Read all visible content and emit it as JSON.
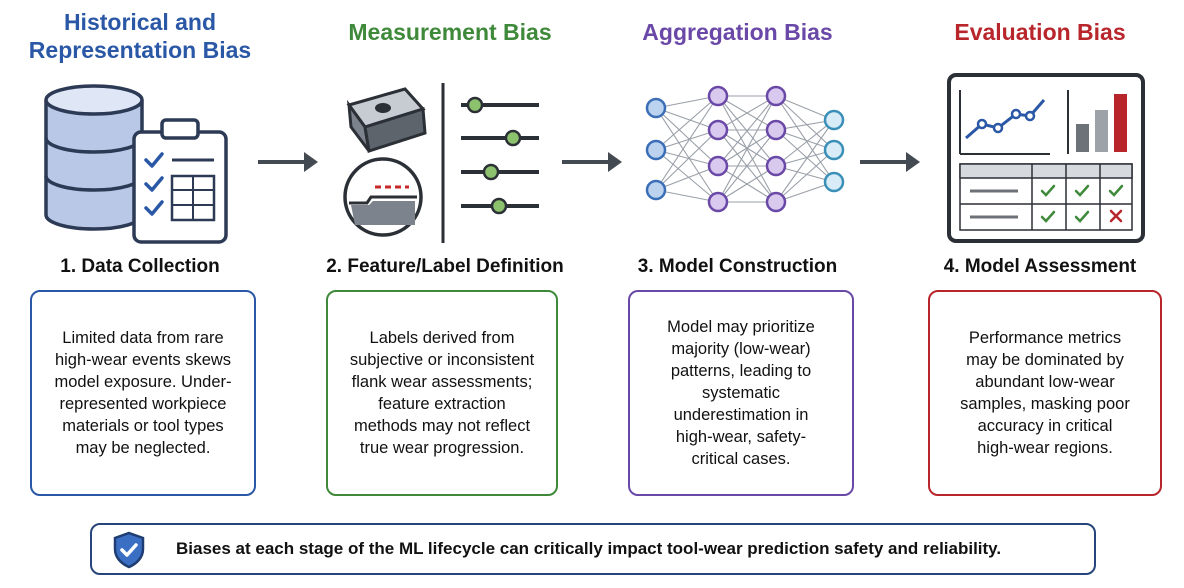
{
  "colors": {
    "stage1": "#2a58a6",
    "stage2": "#3f8a3a",
    "stage3": "#6a48a8",
    "stage4": "#b8262c",
    "banner_border": "#27457a"
  },
  "stages": [
    {
      "bias_title_line1": "Historical and",
      "bias_title_line2": "Representation Bias",
      "heading": "1. Data Collection",
      "desc": [
        "Limited data from rare",
        "high-wear events skews",
        "model exposure. Under-",
        "represented workpiece",
        "materials or tool types",
        "may be neglected."
      ],
      "icons": [
        "database-icon",
        "clipboard-checklist-icon"
      ]
    },
    {
      "bias_title_line1": "Measurement Bias",
      "heading": "2. Feature/Label Definition",
      "desc": [
        "Labels derived from",
        "subjective or inconsistent",
        "flank wear assessments;",
        "feature extraction",
        "methods may not reflect",
        "true wear progression."
      ],
      "icons": [
        "cutting-insert-icon",
        "flank-wear-gauge-icon",
        "sliders-icon"
      ]
    },
    {
      "bias_title_line1": "Aggregation Bias",
      "heading": "3. Model Construction",
      "desc": [
        "Model may prioritize",
        "majority (low-wear)",
        "patterns, leading to",
        "systematic",
        "underestimation in",
        "high-wear, safety-",
        "critical cases."
      ],
      "icons": [
        "neural-network-icon"
      ]
    },
    {
      "bias_title_line1": "Evaluation Bias",
      "heading": "4. Model Assessment",
      "desc": [
        "Performance metrics",
        "may be dominated by",
        "abundant low-wear",
        "samples, masking poor",
        "accuracy in critical",
        "high-wear regions."
      ],
      "icons": [
        "dashboard-icon"
      ]
    }
  ],
  "banner": {
    "text": "Biases at each stage of the ML lifecycle can critically impact tool-wear prediction safety and reliability.",
    "icon": "shield-check-icon"
  }
}
